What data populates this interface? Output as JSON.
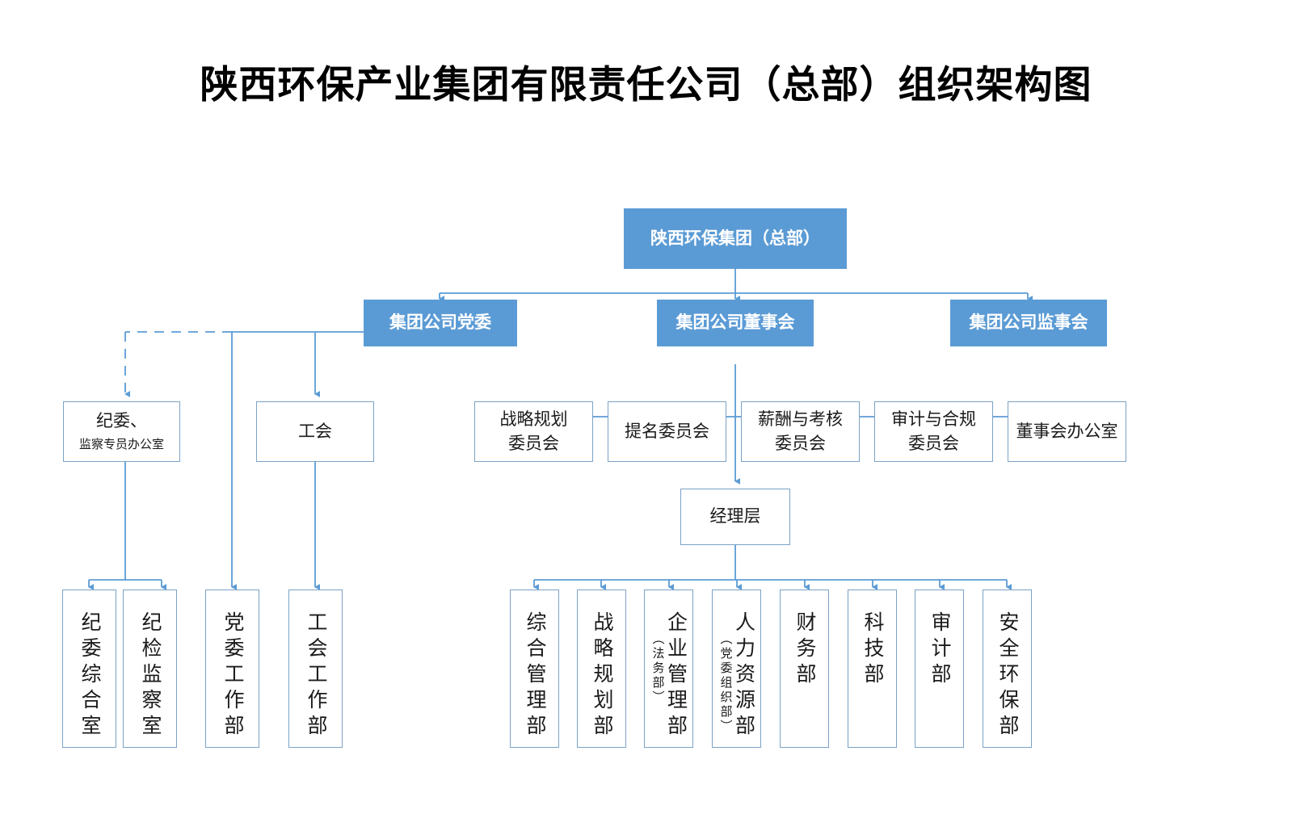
{
  "title": "陕西环保产业集团有限责任公司（总部）组织架构图",
  "colors": {
    "box_fill_primary": "#5B9BD5",
    "box_fill_secondary": "#FFFFFF",
    "box_border": "#7BA2C6",
    "connector": "#5B9BD5",
    "text_on_primary": "#FFFFFF",
    "text_on_secondary": "#1A1A1A"
  },
  "chart_data": {
    "type": "diagram",
    "diagram_type": "org-chart",
    "root": "陕西环保集团（总部）",
    "levels": [
      [
        "陕西环保集团（总部）"
      ],
      [
        "集团公司党委",
        "集团公司董事会",
        "集团公司监事会"
      ],
      [
        "纪委、监察专员办公室",
        "工会",
        "战略规划委员会",
        "提名委员会",
        "薪酬与考核委员会",
        "审计与合规委员会",
        "董事会办公室"
      ],
      [
        "经理层"
      ],
      [
        "纪委综合室",
        "纪检监察室",
        "党委工作部",
        "工会工作部",
        "综合管理部",
        "战略规划部",
        "企业管理部（法务部）",
        "人力资源部（党委组织部）",
        "财务部",
        "科技部",
        "审计部",
        "安全环保部"
      ]
    ],
    "edges": [
      {
        "from": "陕西环保集团（总部）",
        "to": "集团公司党委",
        "style": "solid"
      },
      {
        "from": "陕西环保集团（总部）",
        "to": "集团公司董事会",
        "style": "solid"
      },
      {
        "from": "陕西环保集团（总部）",
        "to": "集团公司监事会",
        "style": "solid"
      },
      {
        "from": "集团公司党委",
        "to": "纪委、监察专员办公室",
        "style": "dashed"
      },
      {
        "from": "集团公司党委",
        "to": "工会",
        "style": "solid"
      },
      {
        "from": "集团公司党委",
        "to": "党委工作部",
        "style": "solid"
      },
      {
        "from": "纪委、监察专员办公室",
        "to": "纪委综合室",
        "style": "solid"
      },
      {
        "from": "纪委、监察专员办公室",
        "to": "纪检监察室",
        "style": "solid"
      },
      {
        "from": "工会",
        "to": "工会工作部",
        "style": "solid"
      },
      {
        "from": "集团公司董事会",
        "to": "战略规划委员会",
        "style": "solid"
      },
      {
        "from": "集团公司董事会",
        "to": "提名委员会",
        "style": "solid"
      },
      {
        "from": "集团公司董事会",
        "to": "薪酬与考核委员会",
        "style": "solid"
      },
      {
        "from": "集团公司董事会",
        "to": "审计与合规委员会",
        "style": "solid"
      },
      {
        "from": "集团公司董事会",
        "to": "董事会办公室",
        "style": "solid"
      },
      {
        "from": "集团公司董事会",
        "to": "经理层",
        "style": "solid"
      },
      {
        "from": "经理层",
        "to": "综合管理部",
        "style": "solid"
      },
      {
        "from": "经理层",
        "to": "战略规划部",
        "style": "solid"
      },
      {
        "from": "经理层",
        "to": "企业管理部（法务部）",
        "style": "solid"
      },
      {
        "from": "经理层",
        "to": "人力资源部（党委组织部）",
        "style": "solid"
      },
      {
        "from": "经理层",
        "to": "财务部",
        "style": "solid"
      },
      {
        "from": "经理层",
        "to": "科技部",
        "style": "solid"
      },
      {
        "from": "经理层",
        "to": "审计部",
        "style": "solid"
      },
      {
        "from": "经理层",
        "to": "安全环保部",
        "style": "solid"
      }
    ]
  },
  "nodes": {
    "root": {
      "label": "陕西环保集团（总部）"
    },
    "party_committee": {
      "label": "集团公司党委"
    },
    "board": {
      "label": "集团公司董事会"
    },
    "supervisory_board": {
      "label": "集团公司监事会"
    },
    "discipline_office": {
      "label": "纪委、",
      "sub": "监察专员办公室"
    },
    "labor_union": {
      "label": "工会"
    },
    "strategy_committee": {
      "label": "战略规划",
      "sub": "委员会"
    },
    "nomination_committee": {
      "label": "提名委员会"
    },
    "compensation_committee": {
      "label": "薪酬与考核",
      "sub": "委员会"
    },
    "audit_compliance_committee": {
      "label": "审计与合规",
      "sub": "委员会"
    },
    "board_office": {
      "label": "董事会办公室"
    },
    "management_layer": {
      "label": "经理层"
    },
    "discipline_general_office": {
      "label": "纪委综合室"
    },
    "discipline_inspection_office": {
      "label": "纪检监察室"
    },
    "party_work_dept": {
      "label": "党委工作部"
    },
    "union_work_dept": {
      "label": "工会工作部"
    },
    "general_management_dept": {
      "label": "综合管理部"
    },
    "strategy_planning_dept": {
      "label": "战略规划部"
    },
    "enterprise_management_dept": {
      "label": "企业管理部",
      "sub": "（法务部）"
    },
    "human_resources_dept": {
      "label": "人力资源部",
      "sub": "（党委组织部）"
    },
    "finance_dept": {
      "label": "财务部"
    },
    "technology_dept": {
      "label": "科技部"
    },
    "audit_dept": {
      "label": "审计部"
    },
    "safety_environment_dept": {
      "label": "安全环保部"
    }
  }
}
